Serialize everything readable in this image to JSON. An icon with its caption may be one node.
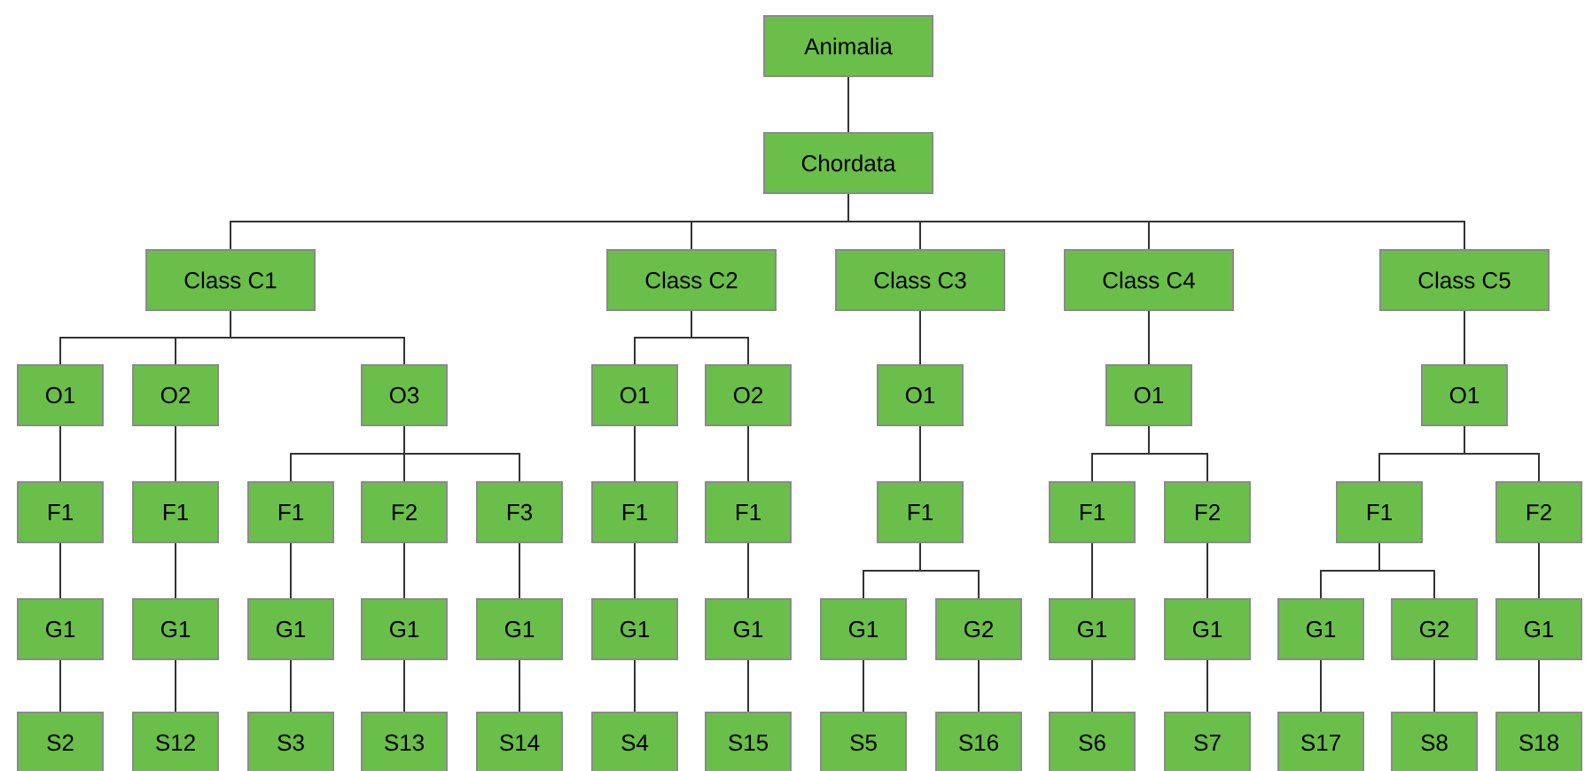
{
  "diagram": {
    "nodes": [
      {
        "text": [
          "Animalia"
        ]
      },
      {
        "text": [
          "Chordata"
        ]
      },
      {
        "text": [
          "Class C1"
        ]
      },
      {
        "text": [
          "Class C2"
        ]
      },
      {
        "text": [
          "Class C3"
        ]
      },
      {
        "text": [
          "Class C4"
        ]
      },
      {
        "text": [
          "Class C5"
        ]
      },
      {
        "text": [
          "O1"
        ]
      },
      {
        "text": [
          "O2"
        ]
      },
      {
        "text": [
          "O3"
        ]
      },
      {
        "text": [
          "O1"
        ]
      },
      {
        "text": [
          "O2"
        ]
      },
      {
        "text": [
          "O1"
        ]
      },
      {
        "text": [
          "O1"
        ]
      },
      {
        "text": [
          "O1"
        ]
      },
      {
        "text": [
          "F1"
        ]
      },
      {
        "text": [
          "F1"
        ]
      },
      {
        "text": [
          "F1"
        ]
      },
      {
        "text": [
          "F2"
        ]
      },
      {
        "text": [
          "F3"
        ]
      },
      {
        "text": [
          "F1"
        ]
      },
      {
        "text": [
          "F1"
        ]
      },
      {
        "text": [
          "F1"
        ]
      },
      {
        "text": [
          "F1"
        ]
      },
      {
        "text": [
          "F2"
        ]
      },
      {
        "text": [
          "F1"
        ]
      },
      {
        "text": [
          "F2"
        ]
      },
      {
        "text": [
          "G1"
        ]
      },
      {
        "text": [
          "G1"
        ]
      },
      {
        "text": [
          "G1"
        ]
      },
      {
        "text": [
          "G1"
        ]
      },
      {
        "text": [
          "G1"
        ]
      },
      {
        "text": [
          "G1"
        ]
      },
      {
        "text": [
          "G1"
        ]
      },
      {
        "text": [
          "G1"
        ]
      },
      {
        "text": [
          "G2"
        ]
      },
      {
        "text": [
          "G1"
        ]
      },
      {
        "text": [
          "G1"
        ]
      },
      {
        "text": [
          "G1"
        ]
      },
      {
        "text": [
          "G2"
        ]
      },
      {
        "text": [
          "G1"
        ]
      },
      {
        "text": [
          "S2"
        ]
      },
      {
        "text": [
          "S12"
        ]
      },
      {
        "text": [
          "S3"
        ]
      },
      {
        "text": [
          "S13"
        ]
      },
      {
        "text": [
          "S14"
        ]
      },
      {
        "text": [
          "S4"
        ]
      },
      {
        "text": [
          "S15"
        ]
      },
      {
        "text": [
          "S5"
        ]
      },
      {
        "text": [
          "S16"
        ]
      },
      {
        "text": [
          "S6"
        ]
      },
      {
        "text": [
          "S7"
        ]
      },
      {
        "text": [
          "S17"
        ]
      },
      {
        "text": [
          "S8"
        ]
      },
      {
        "text": [
          "S18"
        ]
      }
    ],
    "edges": [
      {
        "from": 0,
        "to": 1,
        "arrow": "none"
      },
      {
        "from": 1,
        "to": 2,
        "arrow": "none"
      },
      {
        "from": 1,
        "to": 3,
        "arrow": "none"
      },
      {
        "from": 1,
        "to": 4,
        "arrow": "none"
      },
      {
        "from": 1,
        "to": 5,
        "arrow": "none"
      },
      {
        "from": 1,
        "to": 6,
        "arrow": "none"
      },
      {
        "from": 2,
        "to": 7,
        "arrow": "none"
      },
      {
        "from": 2,
        "to": 8,
        "arrow": "none"
      },
      {
        "from": 2,
        "to": 9,
        "arrow": "none"
      },
      {
        "from": 3,
        "to": 10,
        "arrow": "none"
      },
      {
        "from": 3,
        "to": 11,
        "arrow": "none"
      },
      {
        "from": 4,
        "to": 12,
        "arrow": "none"
      },
      {
        "from": 5,
        "to": 13,
        "arrow": "none"
      },
      {
        "from": 6,
        "to": 14,
        "arrow": "none"
      },
      {
        "from": 7,
        "to": 15,
        "arrow": "none"
      },
      {
        "from": 8,
        "to": 16,
        "arrow": "none"
      },
      {
        "from": 9,
        "to": 17,
        "arrow": "none"
      },
      {
        "from": 9,
        "to": 18,
        "arrow": "none"
      },
      {
        "from": 9,
        "to": 19,
        "arrow": "none"
      },
      {
        "from": 10,
        "to": 20,
        "arrow": "none"
      },
      {
        "from": 11,
        "to": 21,
        "arrow": "none"
      },
      {
        "from": 12,
        "to": 22,
        "arrow": "none"
      },
      {
        "from": 13,
        "to": 23,
        "arrow": "none"
      },
      {
        "from": 13,
        "to": 24,
        "arrow": "none"
      },
      {
        "from": 14,
        "to": 25,
        "arrow": "none"
      },
      {
        "from": 14,
        "to": 26,
        "arrow": "none"
      },
      {
        "from": 15,
        "to": 27,
        "arrow": "none"
      },
      {
        "from": 16,
        "to": 28,
        "arrow": "none"
      },
      {
        "from": 17,
        "to": 29,
        "arrow": "none"
      },
      {
        "from": 18,
        "to": 30,
        "arrow": "none"
      },
      {
        "from": 19,
        "to": 31,
        "arrow": "none"
      },
      {
        "from": 20,
        "to": 32,
        "arrow": "none"
      },
      {
        "from": 21,
        "to": 33,
        "arrow": "none"
      },
      {
        "from": 22,
        "to": 34,
        "arrow": "none"
      },
      {
        "from": 22,
        "to": 35,
        "arrow": "none"
      },
      {
        "from": 23,
        "to": 36,
        "arrow": "none"
      },
      {
        "from": 24,
        "to": 37,
        "arrow": "none"
      },
      {
        "from": 25,
        "to": 38,
        "arrow": "none"
      },
      {
        "from": 25,
        "to": 39,
        "arrow": "none"
      },
      {
        "from": 26,
        "to": 40,
        "arrow": "none"
      },
      {
        "from": 27,
        "to": 41,
        "arrow": "none"
      },
      {
        "from": 28,
        "to": 42,
        "arrow": "none"
      },
      {
        "from": 29,
        "to": 43,
        "arrow": "none"
      },
      {
        "from": 30,
        "to": 44,
        "arrow": "none"
      },
      {
        "from": 31,
        "to": 45,
        "arrow": "none"
      },
      {
        "from": 32,
        "to": 46,
        "arrow": "none"
      },
      {
        "from": 33,
        "to": 47,
        "arrow": "none"
      },
      {
        "from": 34,
        "to": 48,
        "arrow": "none"
      },
      {
        "from": 35,
        "to": 49,
        "arrow": "none"
      },
      {
        "from": 36,
        "to": 50,
        "arrow": "none"
      },
      {
        "from": 37,
        "to": 51,
        "arrow": "none"
      },
      {
        "from": 38,
        "to": 52,
        "arrow": "none"
      },
      {
        "from": 39,
        "to": 53,
        "arrow": "none"
      },
      {
        "from": 40,
        "to": 54,
        "arrow": "none"
      }
    ]
  }
}
